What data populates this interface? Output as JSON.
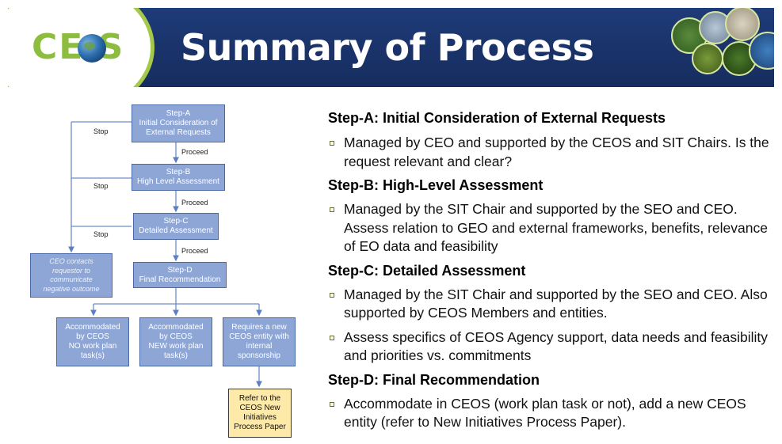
{
  "header": {
    "logo_text": "CE  S",
    "title": "Summary of Process"
  },
  "flow": {
    "step_a": [
      "Step-A",
      "Initial Consideration of",
      "External Requests"
    ],
    "step_b": [
      "Step-B",
      "High Level Assessment"
    ],
    "step_c": [
      "Step-C",
      "Detailed Assessment"
    ],
    "step_d": [
      "Step-D",
      "Final Recommendation"
    ],
    "proceed": "Proceed",
    "stop": "Stop",
    "ceo_note": [
      "CEO contacts",
      "requestor to",
      "communicate",
      "negative outcome"
    ],
    "outcome_1": [
      "Accommodated",
      "by CEOS",
      "NO work plan",
      "task(s)"
    ],
    "outcome_2": [
      "Accommodated",
      "by CEOS",
      "NEW work plan",
      "task(s)"
    ],
    "outcome_3": [
      "Requires a new",
      "CEOS entity with",
      "internal",
      "sponsorship"
    ],
    "refer": [
      "Refer to the",
      "CEOS New",
      "Initiatives",
      "Process Paper"
    ]
  },
  "sections": [
    {
      "heading": "Step-A: Initial Consideration of External Requests",
      "bullets": [
        "Managed by CEO and supported by the CEOS and SIT Chairs. Is the request relevant and clear?"
      ]
    },
    {
      "heading": "Step-B: High-Level Assessment",
      "bullets": [
        "Managed by the SIT Chair and supported by the SEO and CEO. Assess relation to GEO and external frameworks, benefits, relevance of EO data and feasibility"
      ]
    },
    {
      "heading": "Step-C: Detailed Assessment",
      "bullets": [
        "Managed by the SIT Chair and supported by the SEO and CEO. Also supported by CEOS Members and entities.",
        "Assess specifics of CEOS Agency support, data needs and feasibility and priorities vs. commitments"
      ]
    },
    {
      "heading": "Step-D: Final Recommendation",
      "bullets": [
        "Accommodate in CEOS (work plan task or not), add a new CEOS entity (refer to New Initiatives Process Paper)."
      ]
    }
  ]
}
